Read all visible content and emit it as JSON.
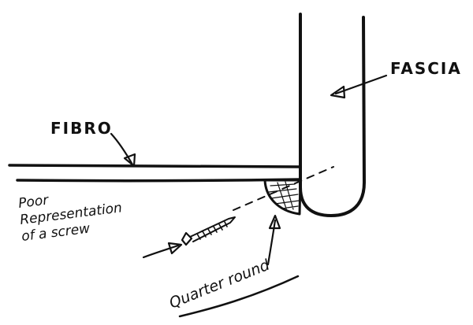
{
  "labels": {
    "fascia": "FASCIA",
    "fibro": "FIBRO",
    "screw_note_line1": "Poor",
    "screw_note_line2": "Representation",
    "screw_note_line3": "of a screw",
    "quarter_round": "Quarter round"
  },
  "colors": {
    "ink": "#111111",
    "paper": "#ffffff"
  }
}
